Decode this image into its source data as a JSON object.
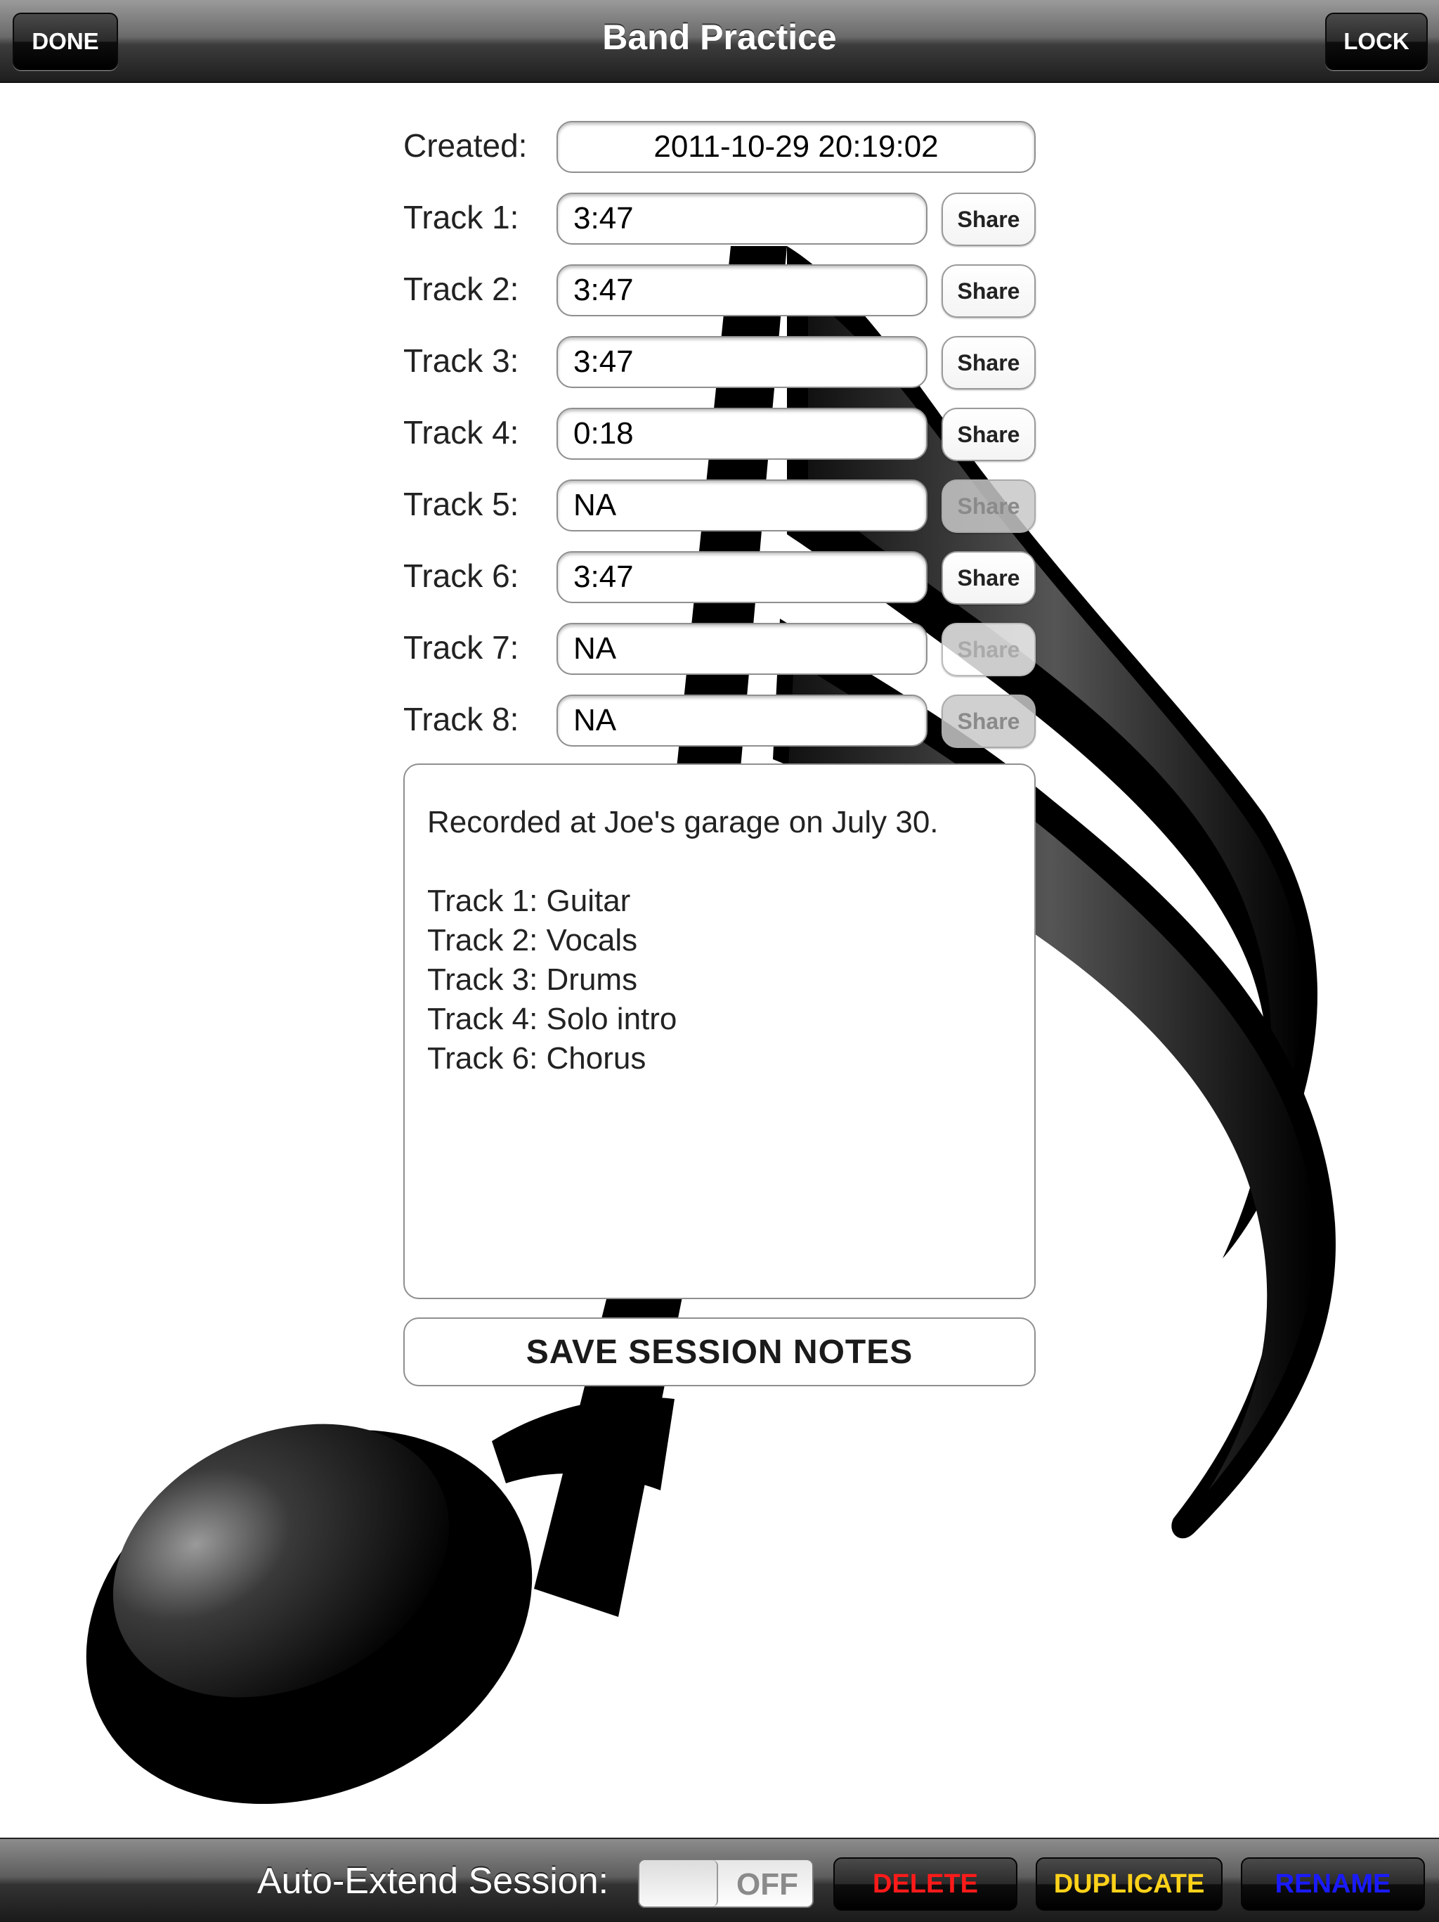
{
  "navbar": {
    "title": "Band Practice",
    "done_label": "DONE",
    "lock_label": "LOCK"
  },
  "created": {
    "label": "Created:",
    "value": "2011-10-29 20:19:02"
  },
  "tracks": [
    {
      "label": "Track 1:",
      "value": "3:47",
      "share_label": "Share",
      "share_enabled": true
    },
    {
      "label": "Track 2:",
      "value": "3:47",
      "share_label": "Share",
      "share_enabled": true
    },
    {
      "label": "Track 3:",
      "value": "3:47",
      "share_label": "Share",
      "share_enabled": true
    },
    {
      "label": "Track 4:",
      "value": "0:18",
      "share_label": "Share",
      "share_enabled": true
    },
    {
      "label": "Track 5:",
      "value": "NA",
      "share_label": "Share",
      "share_enabled": false
    },
    {
      "label": "Track 6:",
      "value": "3:47",
      "share_label": "Share",
      "share_enabled": true
    },
    {
      "label": "Track 7:",
      "value": "NA",
      "share_label": "Share",
      "share_enabled": false
    },
    {
      "label": "Track 8:",
      "value": "NA",
      "share_label": "Share",
      "share_enabled": false
    }
  ],
  "notes": {
    "text": "Recorded at Joe's garage on July 30.\n\nTrack 1: Guitar\nTrack 2: Vocals\nTrack 3: Drums\nTrack 4: Solo intro\nTrack 6: Chorus"
  },
  "save_button_label": "SAVE SESSION NOTES",
  "toolbar": {
    "auto_extend_label": "Auto-Extend Session:",
    "toggle_state": "OFF",
    "delete_label": "DELETE",
    "duplicate_label": "DUPLICATE",
    "rename_label": "RENAME"
  },
  "colors": {
    "delete": "#ff1a1a",
    "duplicate": "#ffd21a",
    "rename": "#1a1aff"
  },
  "background_icon": "music-note-icon"
}
